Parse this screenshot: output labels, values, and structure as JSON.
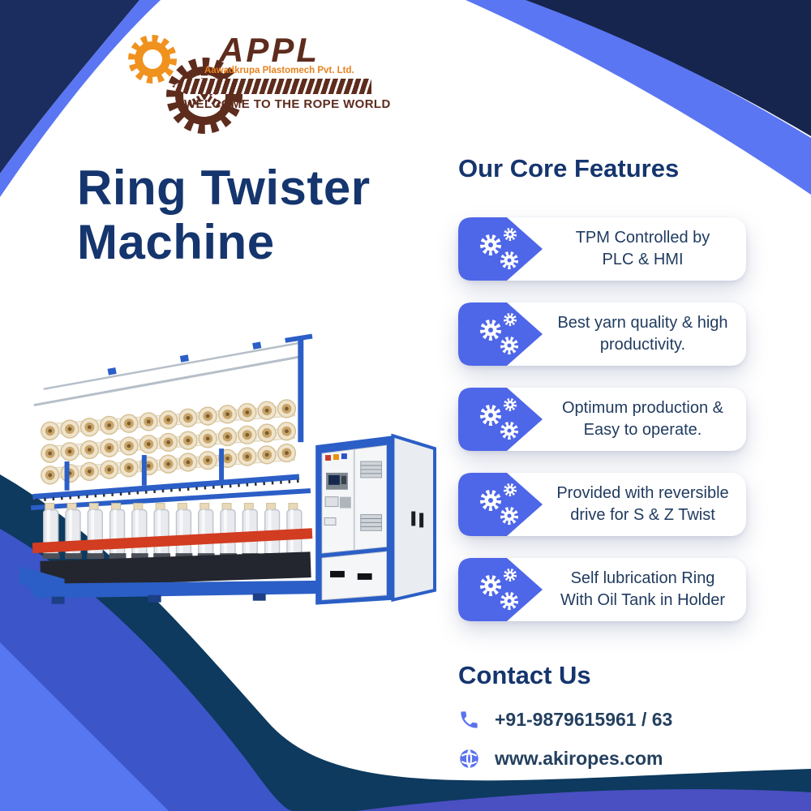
{
  "brand": {
    "name": "APPL",
    "company": "Aawadkrupa Plastomech Pvt. Ltd.",
    "tagline": "WELCOME TO THE ROPE WORLD"
  },
  "hero": {
    "title_line1": "Ring Twister",
    "title_line2": "Machine"
  },
  "features": {
    "heading": "Our Core Features",
    "items": [
      {
        "line1": "TPM Controlled by",
        "line2": "PLC & HMI"
      },
      {
        "line1": "Best yarn quality & high",
        "line2": "productivity."
      },
      {
        "line1": "Optimum production &",
        "line2": "Easy to operate."
      },
      {
        "line1": "Provided with reversible",
        "line2": "drive for S & Z Twist"
      },
      {
        "line1": "Self lubrication Ring",
        "line2": "With Oil Tank in Holder"
      }
    ]
  },
  "contact": {
    "heading": "Contact Us",
    "phone": "+91-9879615961 / 63",
    "website": "www.akiropes.com"
  },
  "colors": {
    "accent_blue": "#4e66e8",
    "heading_navy": "#15356e",
    "corner_navy": "#16254e",
    "corner_band_blue": "#5b76f2",
    "bottom_navy": "#0d3a5e",
    "royal_blue": "#3c55c8",
    "purple_blue": "#4a4fc2",
    "light_corner_blue": "#5677f0",
    "brand_brown": "#5e2c1d",
    "brand_orange": "#f0921e",
    "body_text": "#1f3a5f"
  }
}
